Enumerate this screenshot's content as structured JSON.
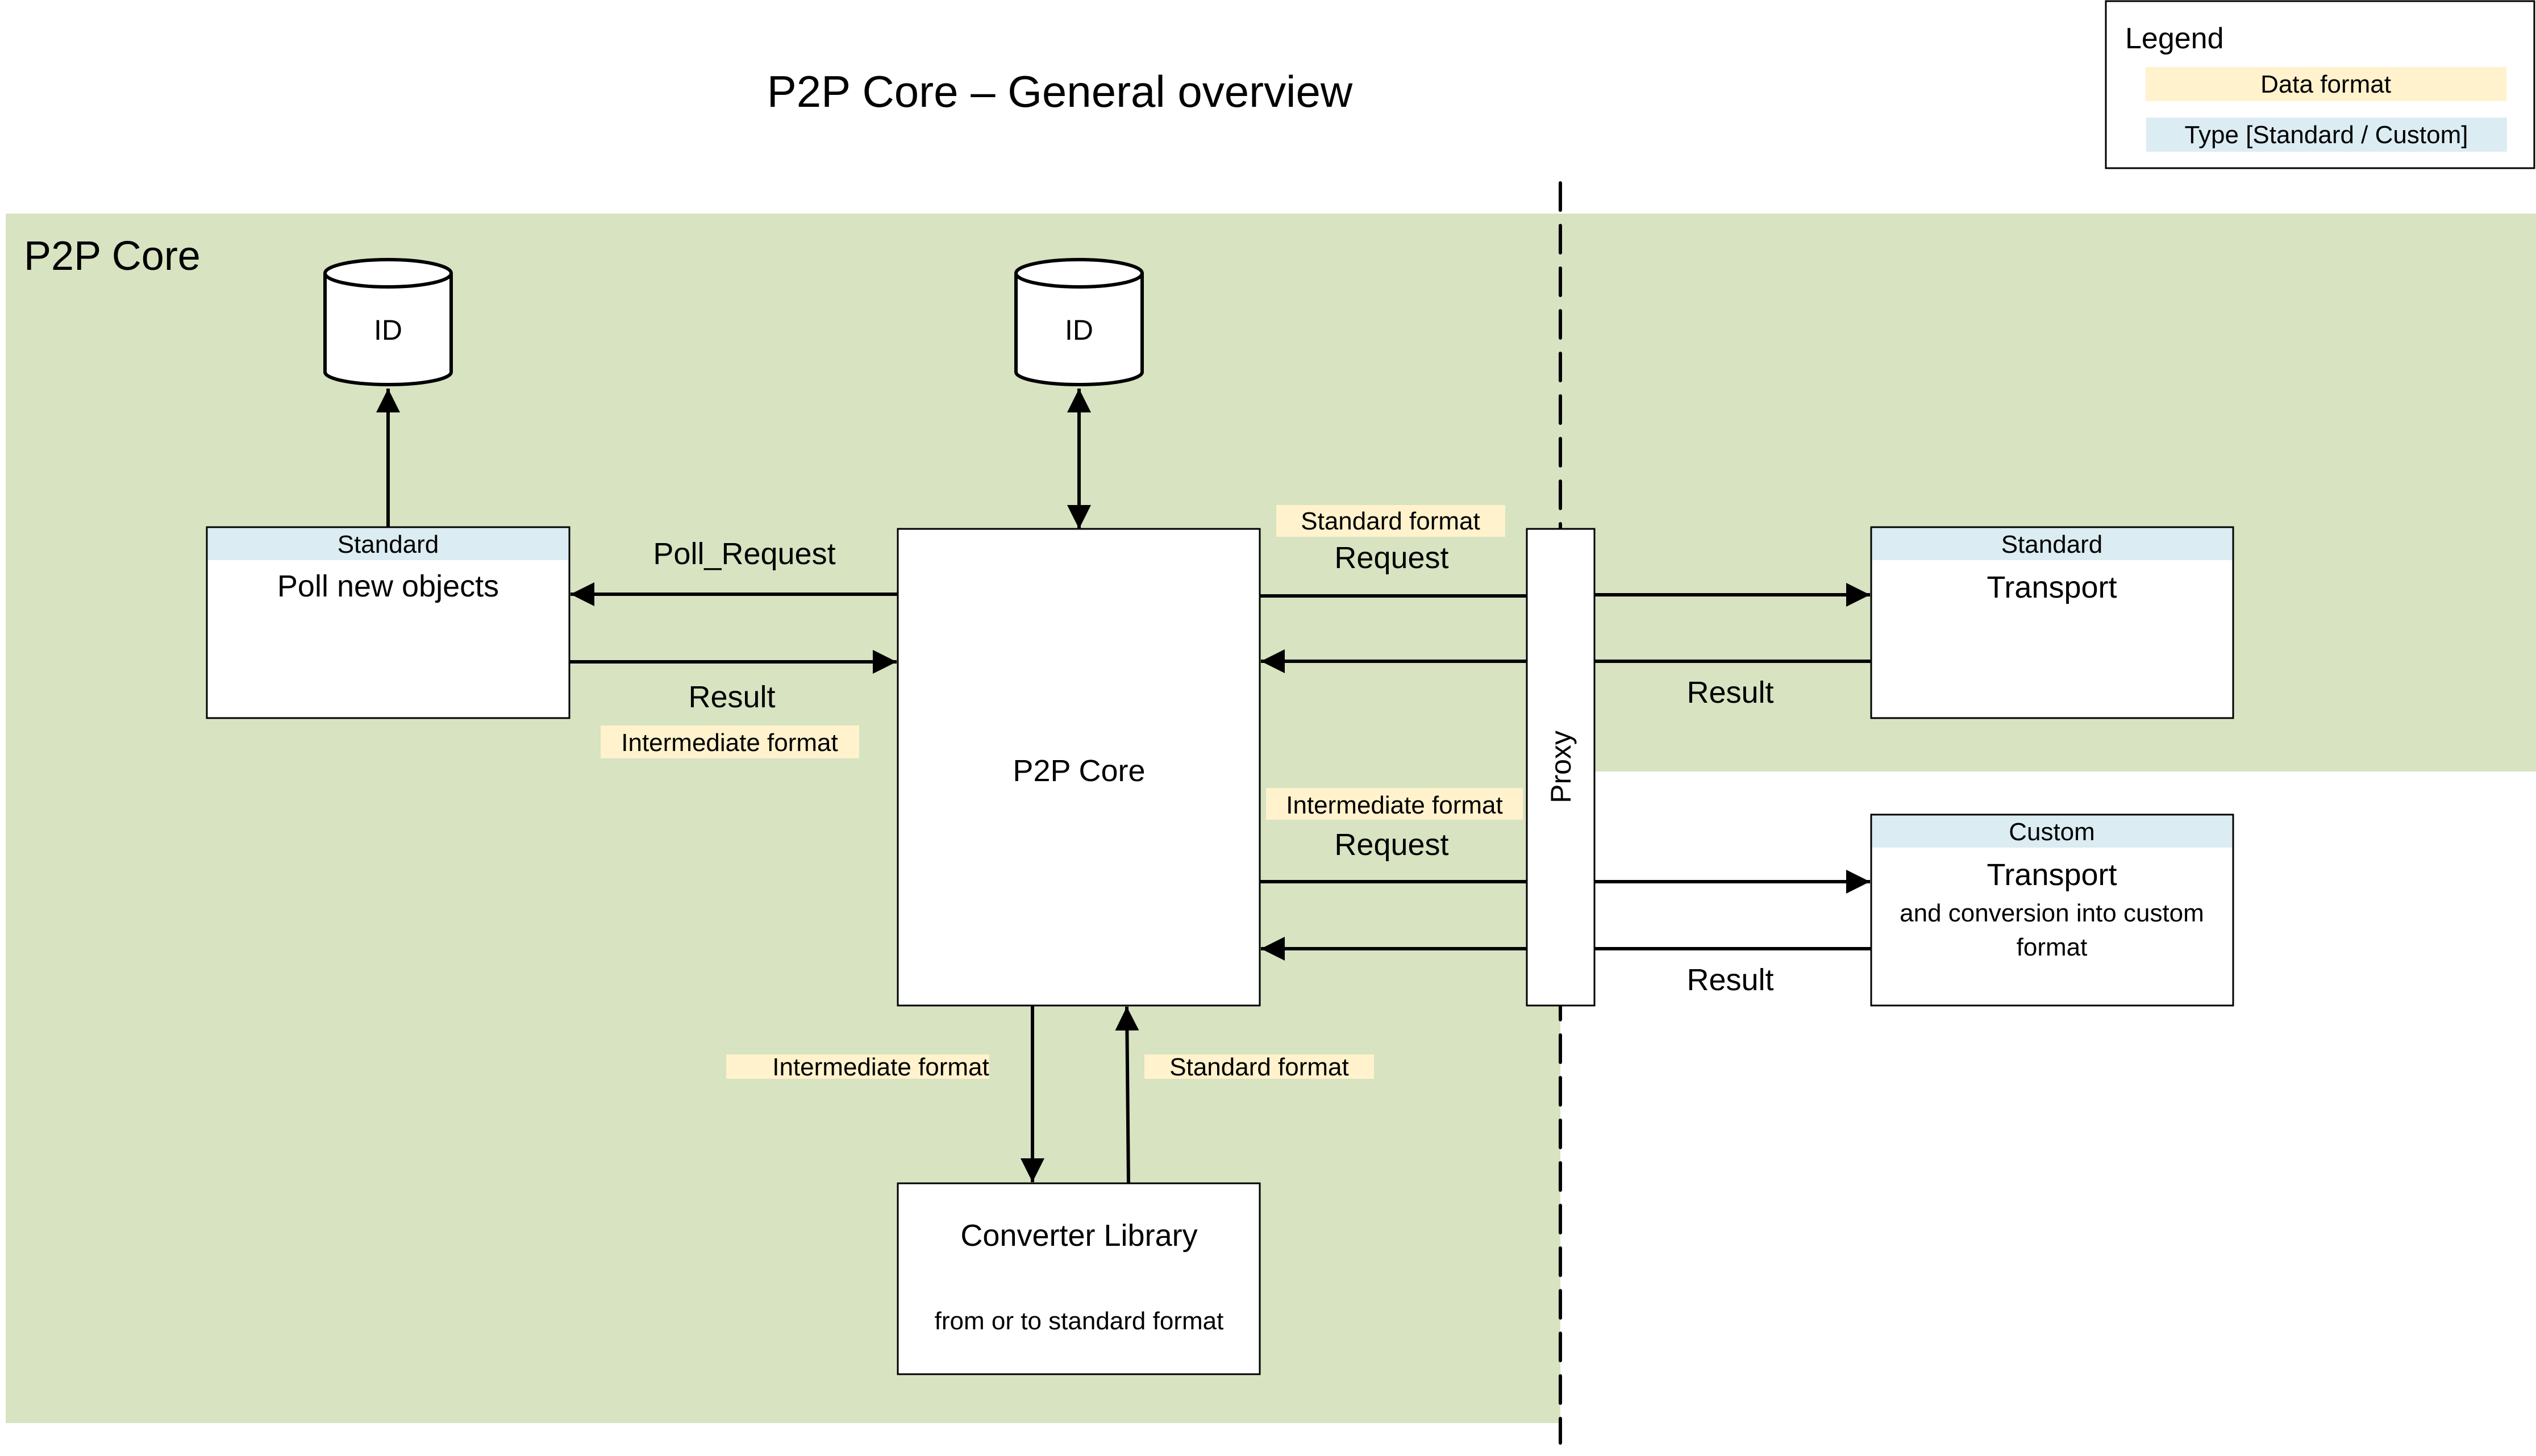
{
  "title": "P2P Core – General overview",
  "colors": {
    "region": "#d7e3c1",
    "data_format": "#fff2cc",
    "type_header": "#dbecf2",
    "box": "#ffffff",
    "stroke": "#000000"
  },
  "legend": {
    "title": "Legend",
    "data_format_label": "Data format",
    "type_label": "Type [Standard / Custom]"
  },
  "region": {
    "label": "P2P Core"
  },
  "databases": [
    {
      "label": "ID"
    },
    {
      "label": "ID"
    }
  ],
  "poll_box": {
    "type": "Standard",
    "title": "Poll new objects"
  },
  "core_box": {
    "title": "P2P Core"
  },
  "proxy": {
    "label": "Proxy"
  },
  "transport_standard": {
    "type": "Standard",
    "title": "Transport"
  },
  "transport_custom": {
    "type": "Custom",
    "title": "Transport",
    "subtitle_line1": "and conversion into custom",
    "subtitle_line2": "format"
  },
  "converter_box": {
    "title": "Converter Library",
    "subtitle": "from or to standard format"
  },
  "edges": {
    "poll_request": "Poll_Request",
    "poll_result": "Result",
    "poll_result_format": "Intermediate format",
    "std_request_format": "Standard format",
    "std_request": "Request",
    "std_result": "Result",
    "custom_request_format": "Intermediate format",
    "custom_request": "Request",
    "custom_result": "Result",
    "to_converter_format": "Intermediate format",
    "from_converter_format": "Standard format"
  }
}
